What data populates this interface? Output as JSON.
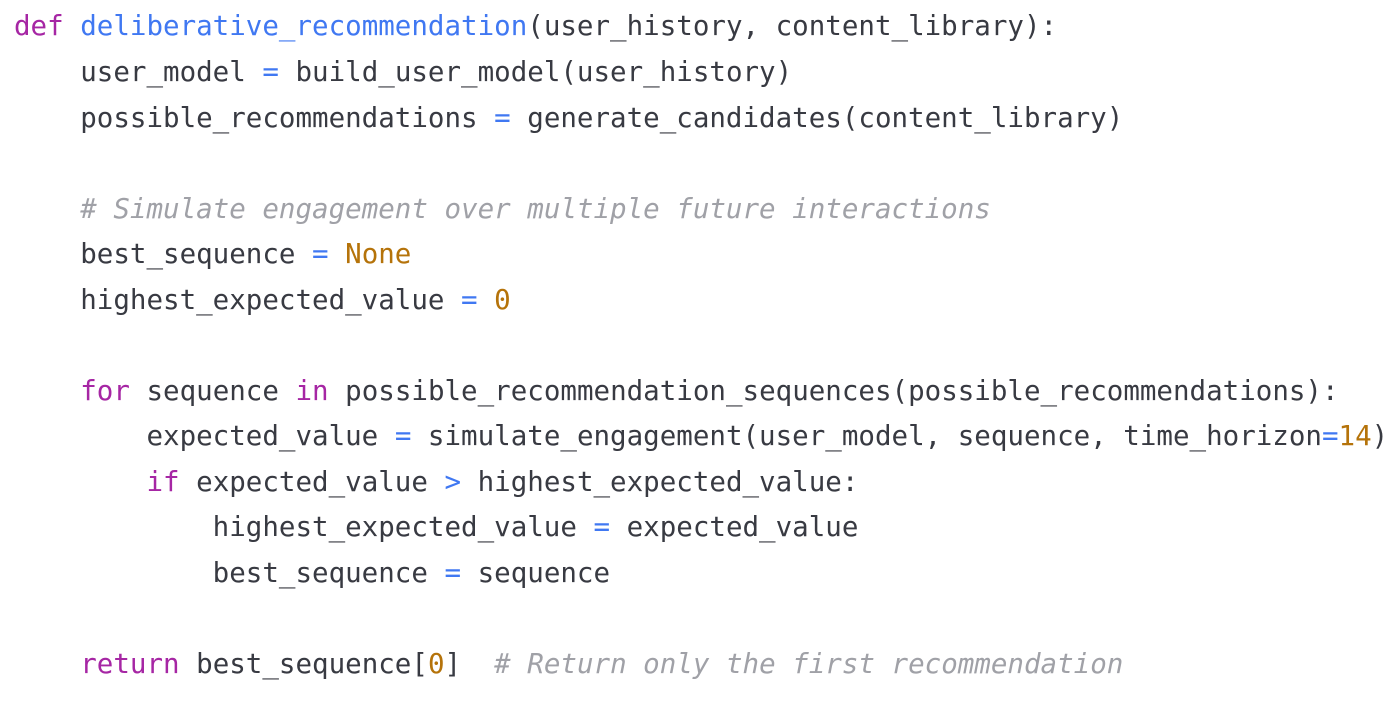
{
  "editor": {
    "language": "python",
    "background_color": "#ffffff",
    "theme_colors": {
      "keyword": "#a626a4",
      "function": "#4078f2",
      "operator": "#4078f2",
      "number": "#b5730a",
      "constant": "#b5730a",
      "comment": "#a0a1a7",
      "plain_text": "#383a42"
    }
  },
  "code": {
    "lines": [
      {
        "id": "line-1",
        "tokens": [
          {
            "t": "def",
            "k": "keyword"
          },
          {
            "t": " ",
            "k": "plain"
          },
          {
            "t": "deliberative_recommendation",
            "k": "function"
          },
          {
            "t": "(user_history, content_library):",
            "k": "plain"
          }
        ]
      },
      {
        "id": "line-2",
        "tokens": [
          {
            "t": "    user_model ",
            "k": "plain"
          },
          {
            "t": "=",
            "k": "operator"
          },
          {
            "t": " build_user_model(user_history)",
            "k": "plain"
          }
        ]
      },
      {
        "id": "line-3",
        "tokens": [
          {
            "t": "    possible_recommendations ",
            "k": "plain"
          },
          {
            "t": "=",
            "k": "operator"
          },
          {
            "t": " generate_candidates(content_library)",
            "k": "plain"
          }
        ]
      },
      {
        "id": "line-4",
        "tokens": [
          {
            "t": "",
            "k": "plain"
          }
        ]
      },
      {
        "id": "line-5",
        "tokens": [
          {
            "t": "    ",
            "k": "plain"
          },
          {
            "t": "# Simulate engagement over multiple future interactions",
            "k": "comment"
          }
        ]
      },
      {
        "id": "line-6",
        "tokens": [
          {
            "t": "    best_sequence ",
            "k": "plain"
          },
          {
            "t": "=",
            "k": "operator"
          },
          {
            "t": " ",
            "k": "plain"
          },
          {
            "t": "None",
            "k": "constant"
          }
        ]
      },
      {
        "id": "line-7",
        "tokens": [
          {
            "t": "    highest_expected_value ",
            "k": "plain"
          },
          {
            "t": "=",
            "k": "operator"
          },
          {
            "t": " ",
            "k": "plain"
          },
          {
            "t": "0",
            "k": "number"
          }
        ]
      },
      {
        "id": "line-8",
        "tokens": [
          {
            "t": "",
            "k": "plain"
          }
        ]
      },
      {
        "id": "line-9",
        "tokens": [
          {
            "t": "    ",
            "k": "plain"
          },
          {
            "t": "for",
            "k": "keyword"
          },
          {
            "t": " sequence ",
            "k": "plain"
          },
          {
            "t": "in",
            "k": "keyword"
          },
          {
            "t": " possible_recommendation_sequences(possible_recommendations):",
            "k": "plain"
          }
        ]
      },
      {
        "id": "line-10",
        "tokens": [
          {
            "t": "        expected_value ",
            "k": "plain"
          },
          {
            "t": "=",
            "k": "operator"
          },
          {
            "t": " simulate_engagement(user_model, sequence, time_horizon",
            "k": "plain"
          },
          {
            "t": "=",
            "k": "operator"
          },
          {
            "t": "14",
            "k": "number"
          },
          {
            "t": ")",
            "k": "plain"
          }
        ]
      },
      {
        "id": "line-11",
        "tokens": [
          {
            "t": "        ",
            "k": "plain"
          },
          {
            "t": "if",
            "k": "keyword"
          },
          {
            "t": " expected_value ",
            "k": "plain"
          },
          {
            "t": ">",
            "k": "operator"
          },
          {
            "t": " highest_expected_value:",
            "k": "plain"
          }
        ]
      },
      {
        "id": "line-12",
        "tokens": [
          {
            "t": "            highest_expected_value ",
            "k": "plain"
          },
          {
            "t": "=",
            "k": "operator"
          },
          {
            "t": " expected_value",
            "k": "plain"
          }
        ]
      },
      {
        "id": "line-13",
        "tokens": [
          {
            "t": "            best_sequence ",
            "k": "plain"
          },
          {
            "t": "=",
            "k": "operator"
          },
          {
            "t": " sequence",
            "k": "plain"
          }
        ]
      },
      {
        "id": "line-14",
        "tokens": [
          {
            "t": "",
            "k": "plain"
          }
        ]
      },
      {
        "id": "line-15",
        "tokens": [
          {
            "t": "    ",
            "k": "plain"
          },
          {
            "t": "return",
            "k": "keyword"
          },
          {
            "t": " best_sequence[",
            "k": "plain"
          },
          {
            "t": "0",
            "k": "number"
          },
          {
            "t": "]  ",
            "k": "plain"
          },
          {
            "t": "# Return only the first recommendation",
            "k": "comment"
          }
        ]
      }
    ]
  }
}
